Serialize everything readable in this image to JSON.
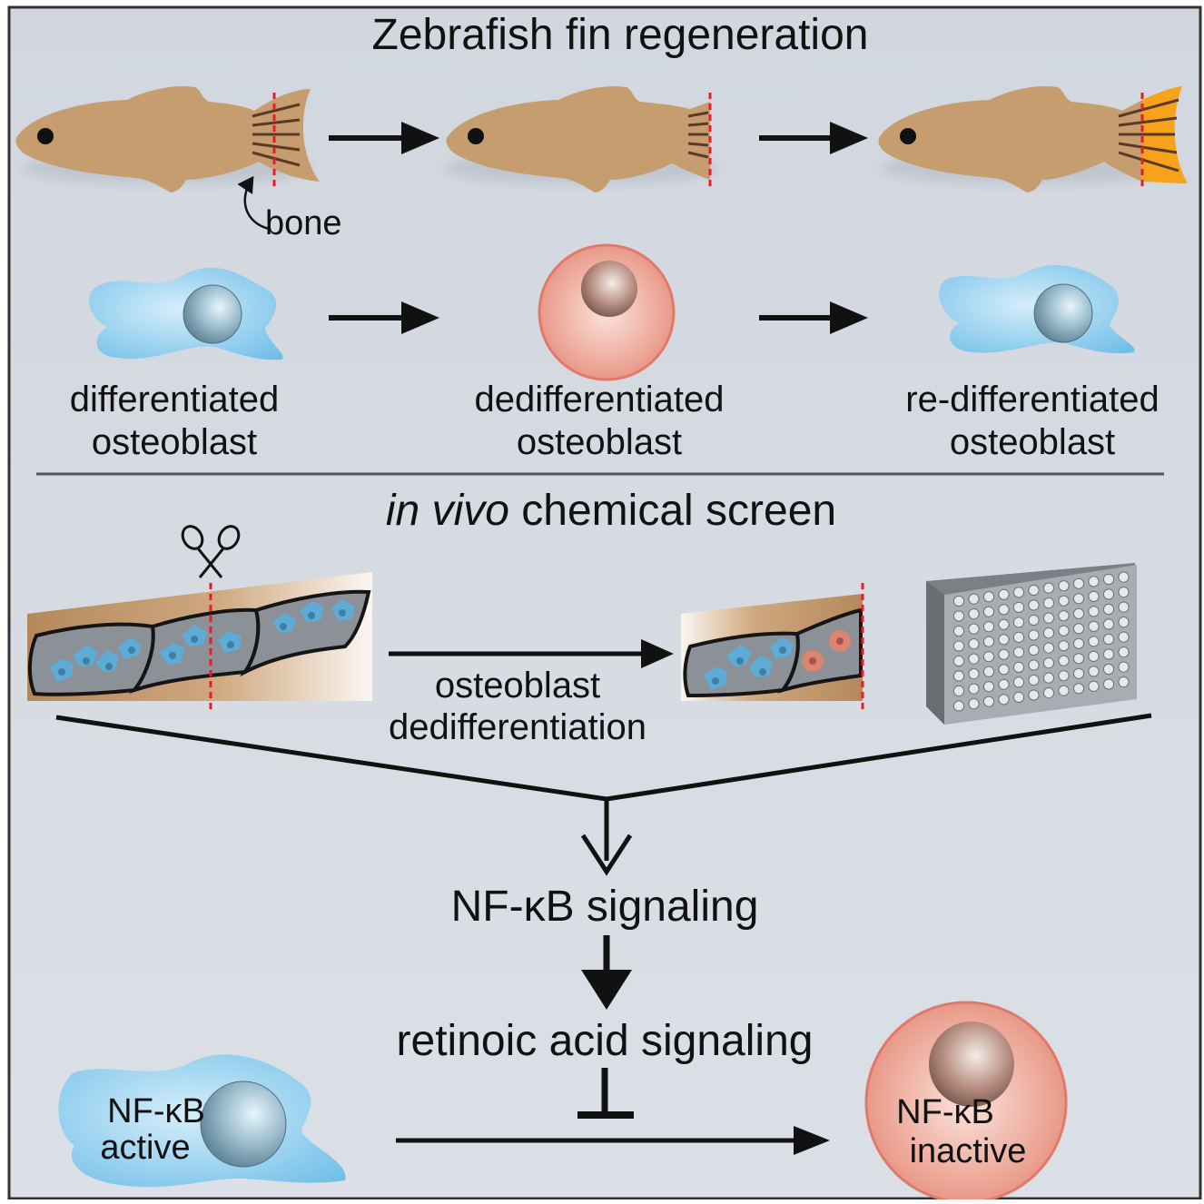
{
  "title": "Zebrafish fin regeneration",
  "bone_label": "bone",
  "cells": {
    "differentiated": [
      "differentiated",
      "osteoblast"
    ],
    "dedifferentiated": [
      "dedifferentiated",
      "osteoblast"
    ],
    "redifferentiated": [
      "re-differentiated",
      "osteoblast"
    ]
  },
  "screen": {
    "title_italic": "in vivo",
    "title_rest": " chemical screen",
    "process": [
      "osteoblast",
      "dedifferentiation"
    ]
  },
  "pathway": {
    "nfkb": "NF-κB signaling",
    "ra": "retinoic acid signaling"
  },
  "states": {
    "active": [
      "NF-κB",
      "active"
    ],
    "inactive": [
      "NF-κB",
      "inactive"
    ]
  },
  "colors": {
    "background": "#d6dbe3",
    "fish": "#c59d6f",
    "fish_regenerated_fin": "#f7a21b",
    "differentiated_cell": "#79c3ea",
    "dedifferentiated_cell": "#e79683",
    "amputation_line": "#e0202a"
  }
}
